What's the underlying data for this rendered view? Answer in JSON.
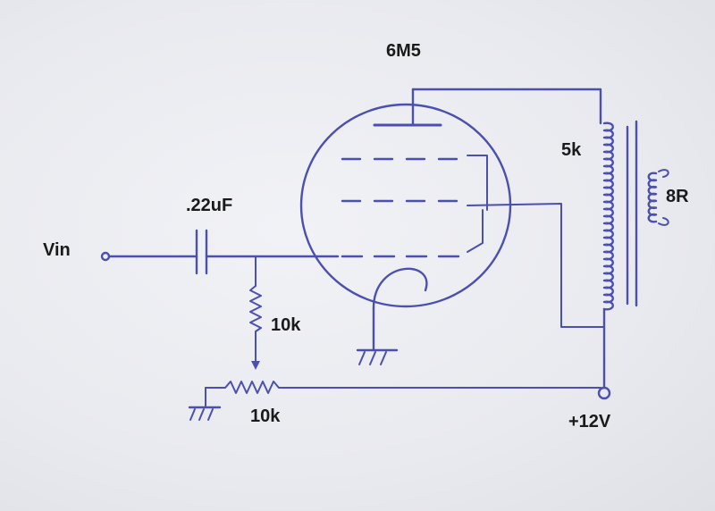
{
  "labels": {
    "tube": "6M5",
    "capacitor": ".22uF",
    "input": "Vin",
    "grid_resistor": "10k",
    "potentiometer": "10k",
    "primary": "5k",
    "speaker": "8R",
    "supply": "+12V"
  },
  "colors": {
    "ink": "#4b4fae",
    "paper": "#ecedf1",
    "text": "#1a1a1a"
  }
}
